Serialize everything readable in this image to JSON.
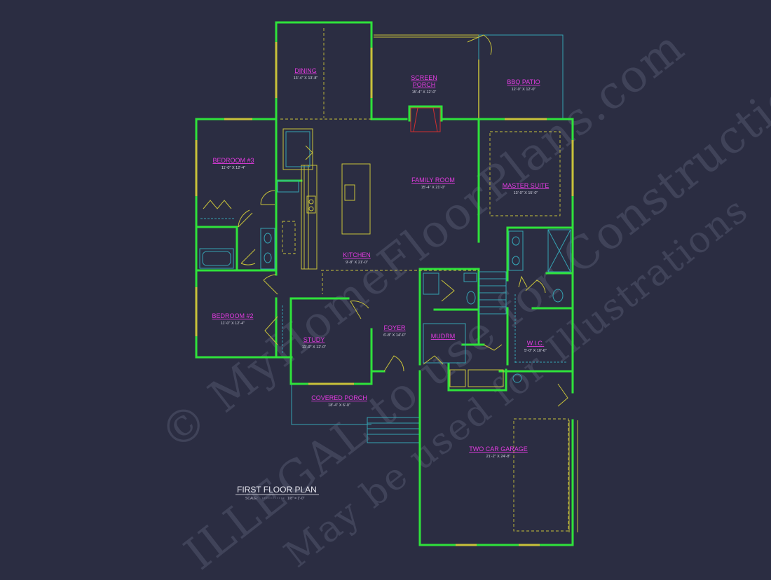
{
  "plan": {
    "title": "FIRST FLOOR PLAN",
    "scale_label": "SCALE:",
    "scale_value": "1/8\" = 1'-0\"",
    "watermark_lines": [
      "© MyHomeFloorPlans.com",
      "ILLEGAL to use for Construction",
      "May be used for Illustrations"
    ],
    "colors": {
      "background": "#2b2d42",
      "walls": "#2fe23b",
      "room_labels": "#e23be0",
      "dimensions": "#d9d9e6",
      "fixtures": "#c8c23a",
      "outlines": "#35a3b3"
    }
  },
  "rooms": [
    {
      "name": "DINING",
      "dims": "13'-4\" X 13'-8\""
    },
    {
      "name": "SCREEN",
      "name2": "PORCH",
      "dims": "15'-4\" X 12'-0\""
    },
    {
      "name": "BBQ PATIO",
      "dims": "12'-0\" X 12'-0\""
    },
    {
      "name": "BEDROOM #3",
      "dims": "11'-0\" X 12'-4\""
    },
    {
      "name": "FAMILY ROOM",
      "dims": "15'-4\" X 21'-0\""
    },
    {
      "name": "MASTER SUITE",
      "dims": "13'-0\" X 15'-0\""
    },
    {
      "name": "KITCHEN",
      "dims": "9'-8\" X 21'-0\""
    },
    {
      "name": "BEDROOM #2",
      "dims": "11'-0\" X 12'-4\""
    },
    {
      "name": "FOYER",
      "dims": "6'-8\" X 14'-0\""
    },
    {
      "name": "MUDRM",
      "dims": ""
    },
    {
      "name": "W.I.C.",
      "dims": "5'-0\" X 10'-6\""
    },
    {
      "name": "STUDY",
      "dims": "11'-0\" X 12'-0\""
    },
    {
      "name": "COVERED PORCH",
      "dims": "18'-4\" X 6'-0\""
    },
    {
      "name": "TWO CAR GARAGE",
      "dims": "21'-2\" X 24'-8\""
    }
  ]
}
